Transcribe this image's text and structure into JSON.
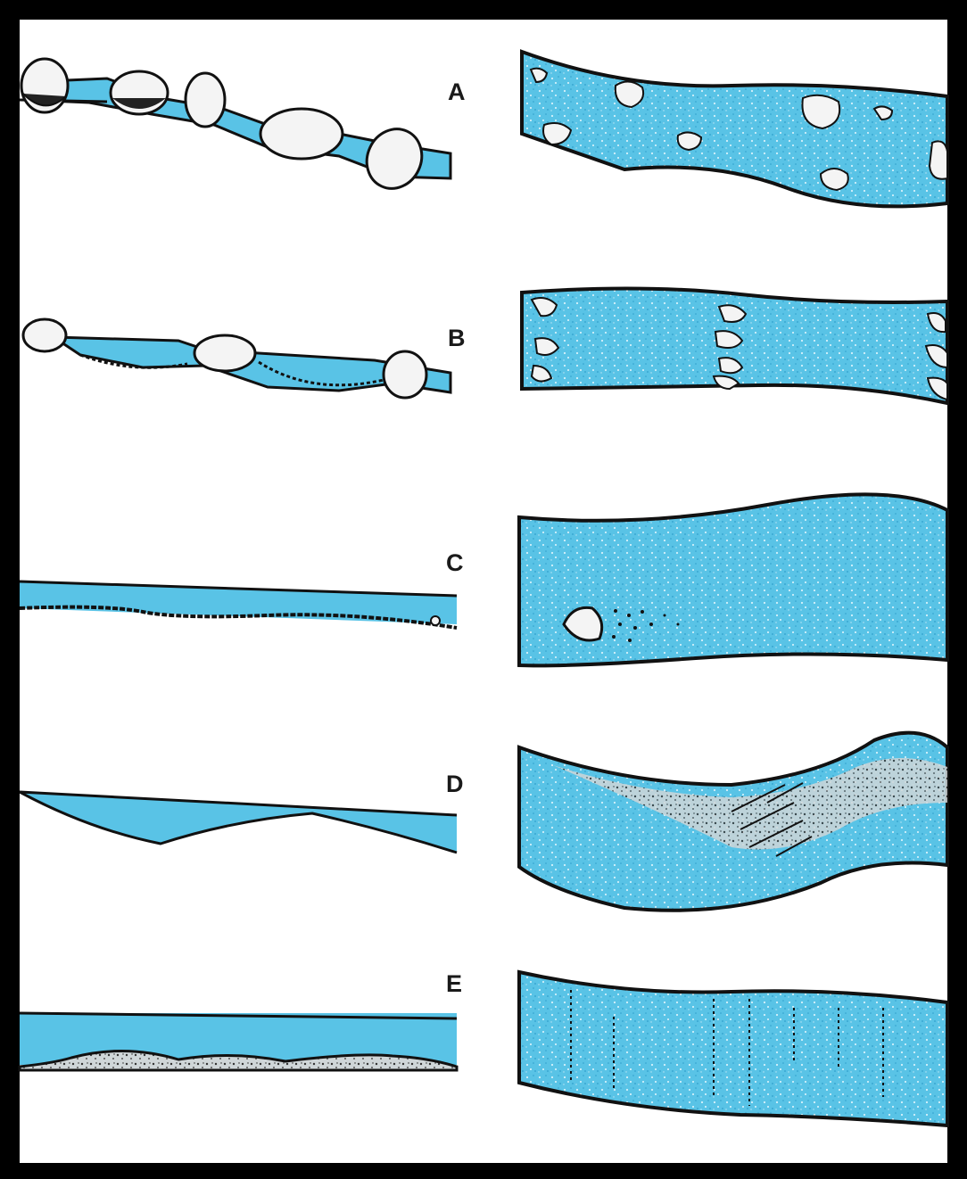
{
  "rows": [
    {
      "label": "A"
    },
    {
      "label": "B"
    },
    {
      "label": "C"
    },
    {
      "label": "D"
    },
    {
      "label": "E"
    }
  ],
  "colors": {
    "water": "#59c3e6",
    "water_dark": "#3aa8d2",
    "outline": "#111111",
    "rock": "#f4f4f4",
    "frame": "#000000",
    "background": "#ffffff"
  }
}
